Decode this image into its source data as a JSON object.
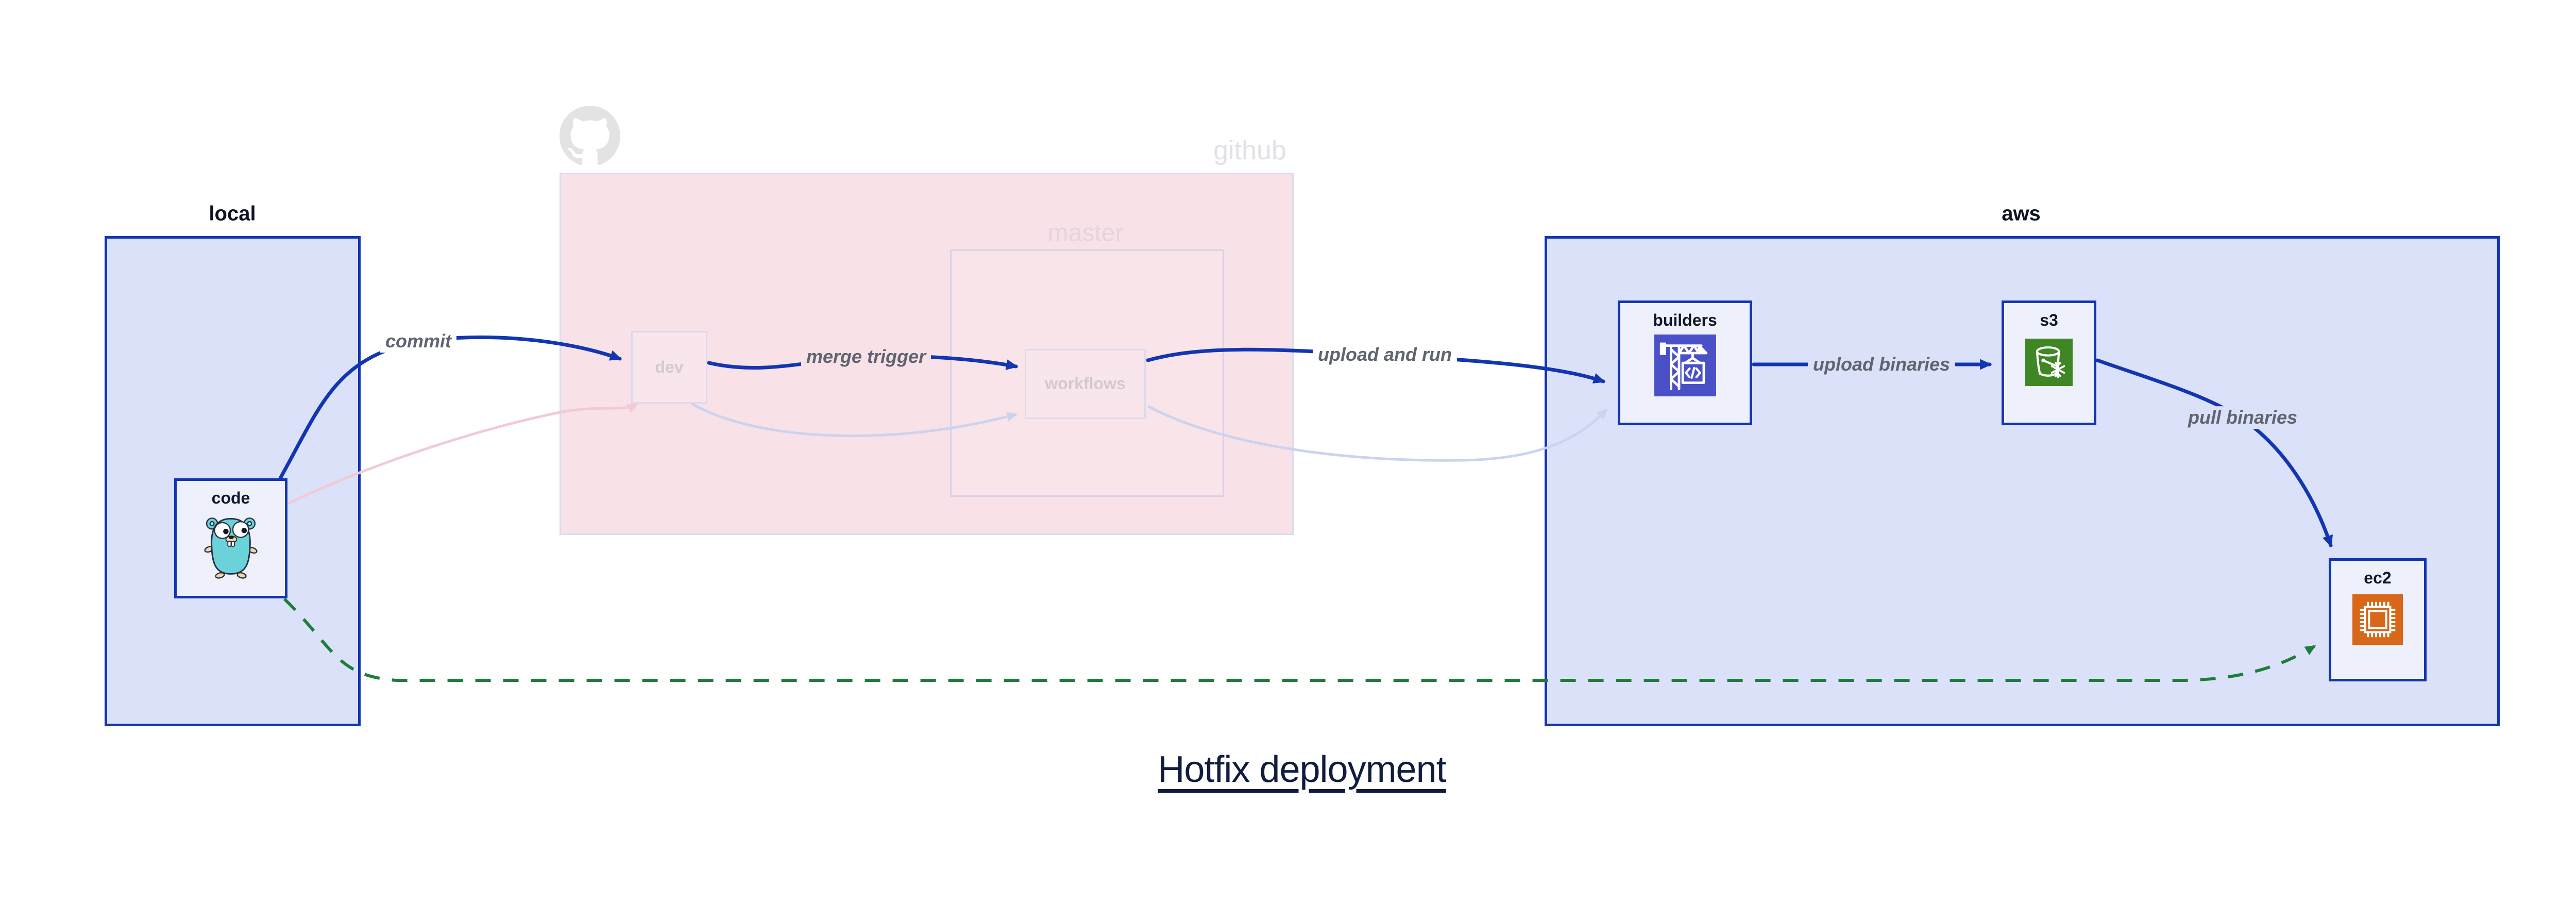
{
  "title": "Hotfix deployment",
  "groups": {
    "local": {
      "label": "local"
    },
    "github": {
      "label": "github"
    },
    "master": {
      "label": "master"
    },
    "aws": {
      "label": "aws"
    }
  },
  "nodes": {
    "code": {
      "label": "code",
      "icon": "gopher-icon"
    },
    "dev": {
      "label": "dev"
    },
    "workflows": {
      "label": "workflows"
    },
    "builders": {
      "label": "builders",
      "icon": "crane-codebuild-icon"
    },
    "s3": {
      "label": "s3",
      "icon": "bucket-snowflake-icon"
    },
    "ec2": {
      "label": "ec2",
      "icon": "cpu-chip-icon"
    }
  },
  "edges": {
    "commit": {
      "label": "commit",
      "from": "code",
      "to": "dev",
      "style": "solid-blue"
    },
    "merge_trigger": {
      "label": "merge trigger",
      "from": "dev",
      "to": "workflows",
      "style": "solid-blue"
    },
    "upload_and_run": {
      "label": "upload and run",
      "from": "workflows",
      "to": "builders",
      "style": "solid-blue"
    },
    "upload_binaries": {
      "label": "upload binaries",
      "from": "builders",
      "to": "s3",
      "style": "solid-blue"
    },
    "pull_binaries": {
      "label": "pull binaries",
      "from": "s3",
      "to": "ec2",
      "style": "solid-blue"
    },
    "hotfix_direct": {
      "label": "",
      "from": "code",
      "to": "ec2",
      "style": "dashed-green"
    },
    "faded_commit": {
      "label": "",
      "from": "code",
      "to": "dev",
      "style": "faded-pink"
    },
    "faded_merge": {
      "label": "",
      "from": "dev",
      "to": "workflows",
      "style": "faded-lavender"
    },
    "faded_run": {
      "label": "",
      "from": "workflows",
      "to": "builders",
      "style": "faded-lavender"
    }
  },
  "colors": {
    "blue": "#1236b2",
    "container_blue_fill": "#dbe1f8",
    "node_fill": "#eef1fb",
    "github_pink_fill": "#f8e2e7",
    "faded_node_fill": "#f8e6ec",
    "green_dashed": "#1e7d3c",
    "pink_faded_edge": "#f3c9d6",
    "lavender_faded_edge": "#ccd3ef",
    "edge_label_gray": "#5f6470",
    "codebuild_indigo": "#4a50c8",
    "s3_green": "#3f8624",
    "ec2_orange": "#d9671a",
    "gopher_teal": "#6ad2d8",
    "octocat_gray": "#e3e3e4",
    "title_navy": "#101c3e"
  }
}
